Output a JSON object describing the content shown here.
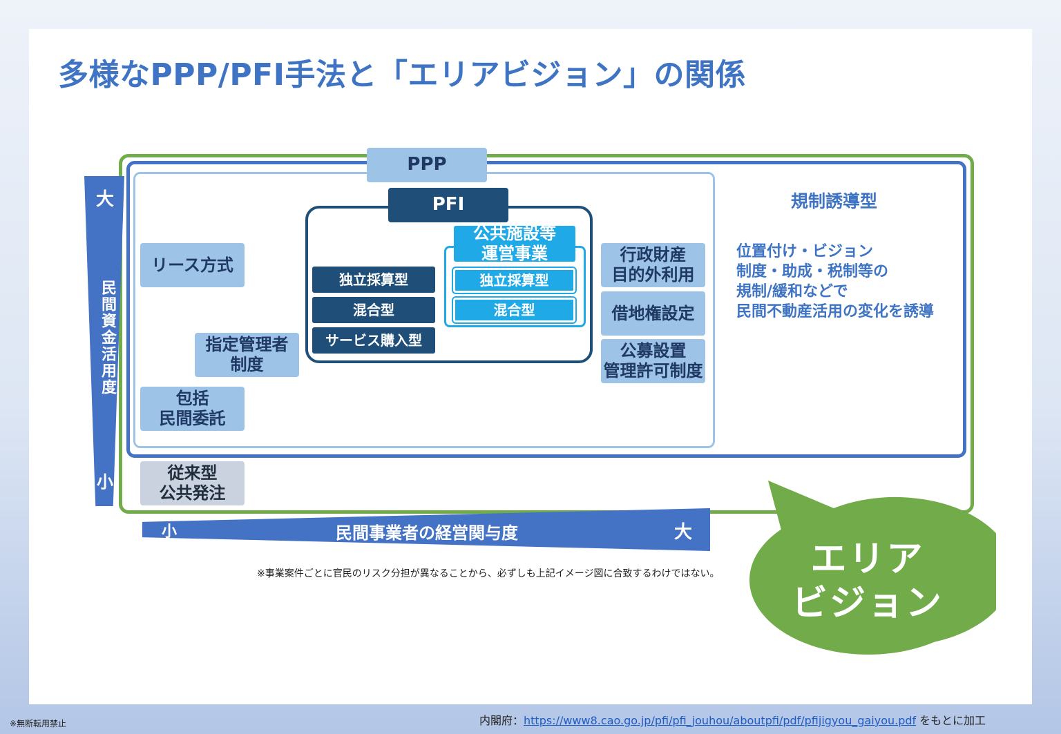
{
  "title": "多様なPPP/PFI手法と「エリアビジョン」の関係",
  "diagram": {
    "ppp_label": "PPP",
    "pfi_label": "PFI",
    "vertical_axis": {
      "label": "民間資金活用度",
      "high": "大",
      "low": "小"
    },
    "horizontal_axis": {
      "label": "民間事業者の経営関与度",
      "low": "小",
      "high": "大"
    },
    "left_boxes": {
      "lease": "リース方式",
      "shitei": "指定管理者\n制度",
      "houkatsu": "包括\n民間委託",
      "traditional": "従来型\n公共発注"
    },
    "pfi_types": [
      "独立採算型",
      "混合型",
      "サービス購入型"
    ],
    "concession": {
      "title": "公共施設等\n運営事業",
      "types": [
        "独立採算型",
        "混合型"
      ]
    },
    "right_boxes": [
      "行政財産\n目的外利用",
      "借地権設定",
      "公募設置\n管理許可制度"
    ],
    "regulatory": {
      "title": "規制誘導型",
      "description": "位置付け・ビジョン\n制度・助成・税制等の\n規制/緩和などで\n民間不動産活用の変化を誘導"
    },
    "note": "※事業案件ごとに官民のリスク分担が異なることから、必ずしも上記イメージ図に合致するわけではない。",
    "bubble": {
      "text": "エリア\nビジョン"
    }
  },
  "footer": {
    "copyright": "※無断転用禁止",
    "source_prefix": "内閣府：",
    "source_url": "https://www8.cao.go.jp/pfi/pfi_jouhou/aboutpfi/pdf/pfijigyou_gaiyou.pdf",
    "source_suffix": " をもとに加工"
  },
  "colors": {
    "title_blue": "#3f74c4",
    "axis_blue": "#4472c4",
    "green": "#72ac4a",
    "light_blue": "#9dc3e6",
    "navy": "#1f4e79",
    "cyan": "#1fa9e6"
  }
}
